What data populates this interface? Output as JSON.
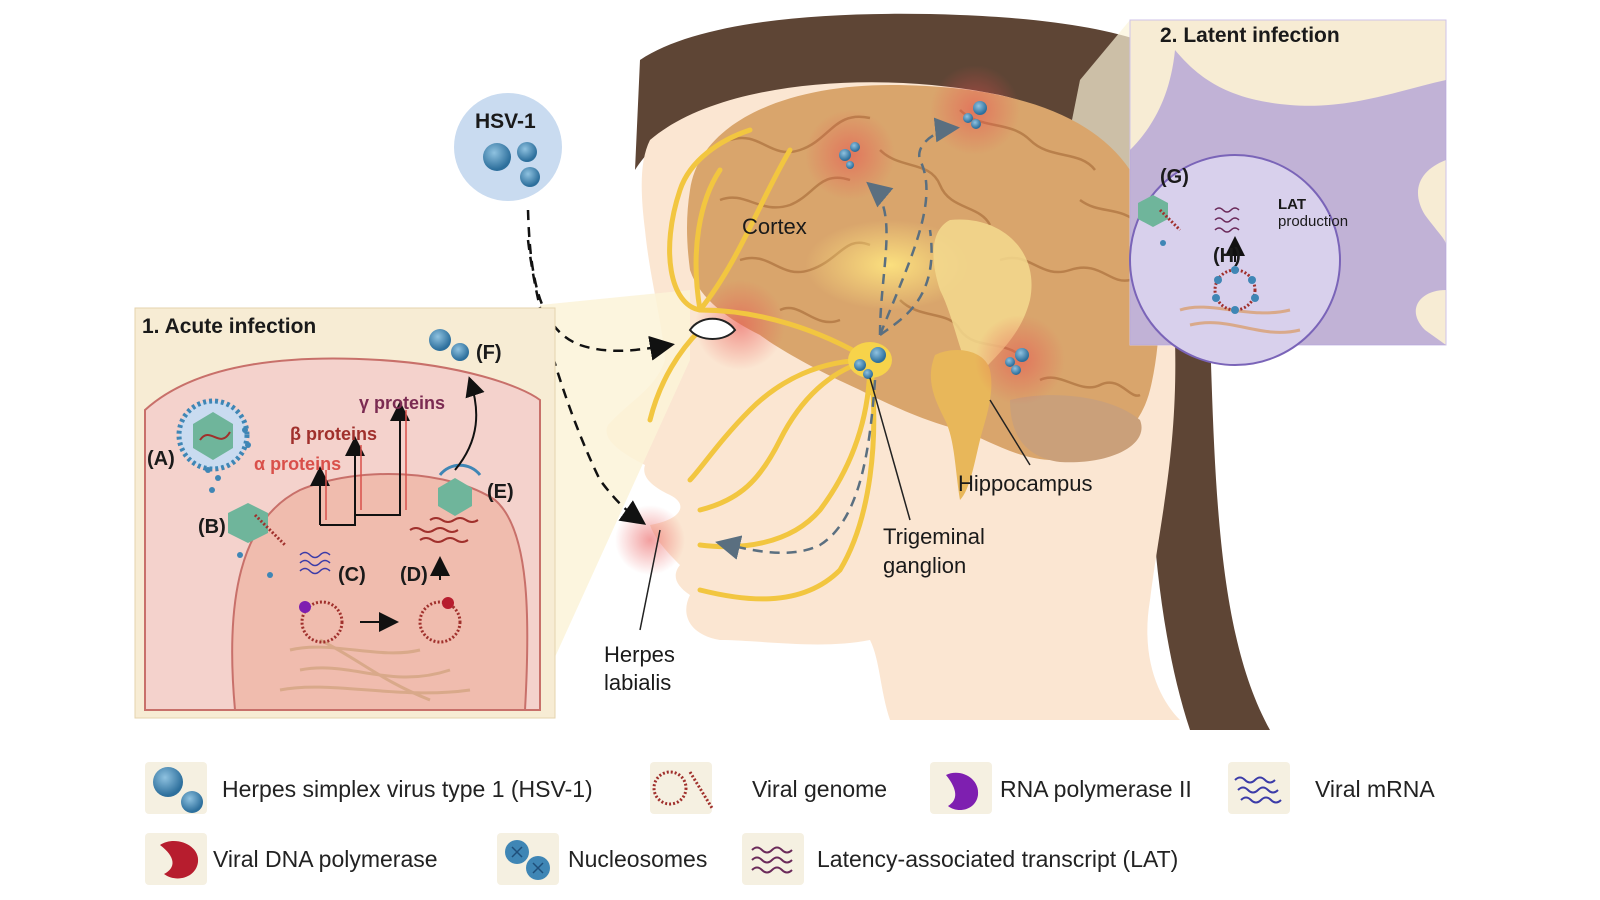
{
  "diagram": {
    "hsv_bubble": "HSV-1",
    "brain_labels": {
      "cortex": "Cortex",
      "hippocampus": "Hippocampus",
      "trigeminal": [
        "Trigeminal",
        "ganglion"
      ],
      "herpes": [
        "Herpes",
        "labialis"
      ]
    },
    "acute": {
      "title": "1. Acute infection",
      "steps": [
        "(A)",
        "(B)",
        "(C)",
        "(D)",
        "(E)",
        "(F)"
      ],
      "proteins": [
        "γ proteins",
        "β proteins",
        "α proteins"
      ]
    },
    "latent": {
      "title": "2. Latent infection",
      "steps": [
        "(G)",
        "(H)"
      ],
      "lat": [
        "LAT",
        "production"
      ]
    }
  },
  "legend": [
    {
      "icon": "hsv1-virus-icon",
      "label": "Herpes simplex virus type 1 (HSV-1)"
    },
    {
      "icon": "viral-genome-icon",
      "label": "Viral genome"
    },
    {
      "icon": "rna-polymerase-icon",
      "label": "RNA polymerase II"
    },
    {
      "icon": "viral-mrna-icon",
      "label": "Viral mRNA"
    },
    {
      "icon": "dna-polymerase-icon",
      "label": "Viral DNA polymerase"
    },
    {
      "icon": "nucleosomes-icon",
      "label": "Nucleosomes"
    },
    {
      "icon": "lat-icon",
      "label": "Latency-associated transcript (LAT)"
    }
  ],
  "colors": {
    "virus_blue": "#3f86b5",
    "nerve_yellow": "#f2c640",
    "brain_tan": "#d9a56c",
    "hair_brown": "#5e4535",
    "latent_purple": "#b3a4d6",
    "alpha_red": "#d9504a",
    "beta_red": "#a0302c",
    "gamma_purple": "#7b2b52"
  }
}
